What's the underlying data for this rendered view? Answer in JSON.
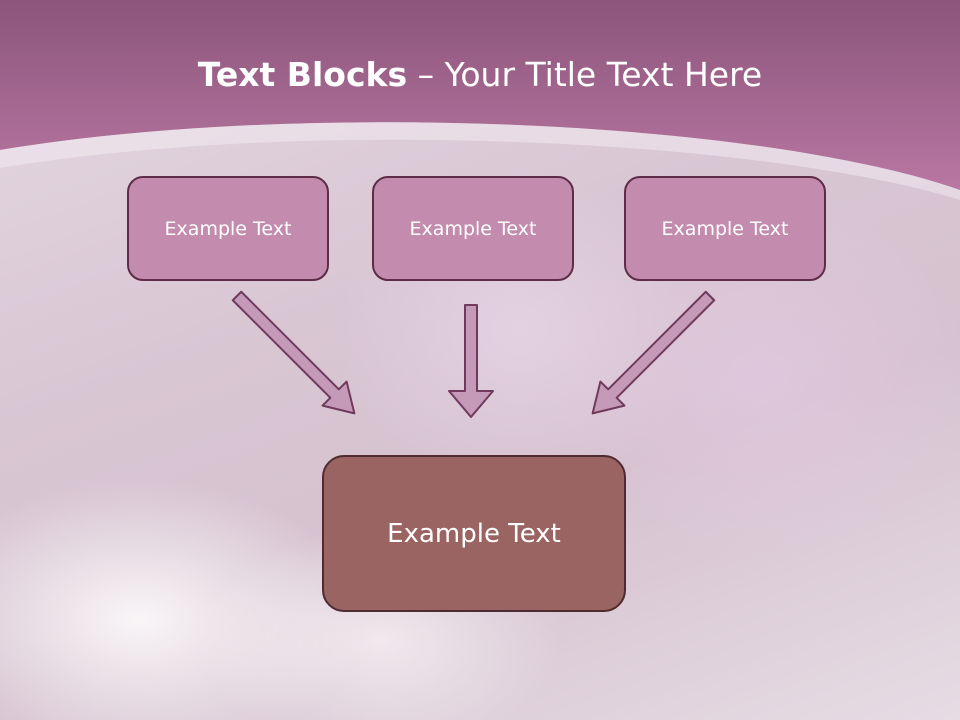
{
  "title": {
    "bold": "Text Blocks",
    "dash": " – ",
    "rest": "Your Title Text Here"
  },
  "boxes": {
    "top": [
      "Example Text",
      "Example Text",
      "Example Text"
    ],
    "center": "Example Text"
  },
  "colors": {
    "header": "#a0648f",
    "box_top": "#c38cae",
    "box_center": "#9a6462",
    "arrow": "#c59ab9",
    "arrow_outline": "#6f3a5c"
  }
}
